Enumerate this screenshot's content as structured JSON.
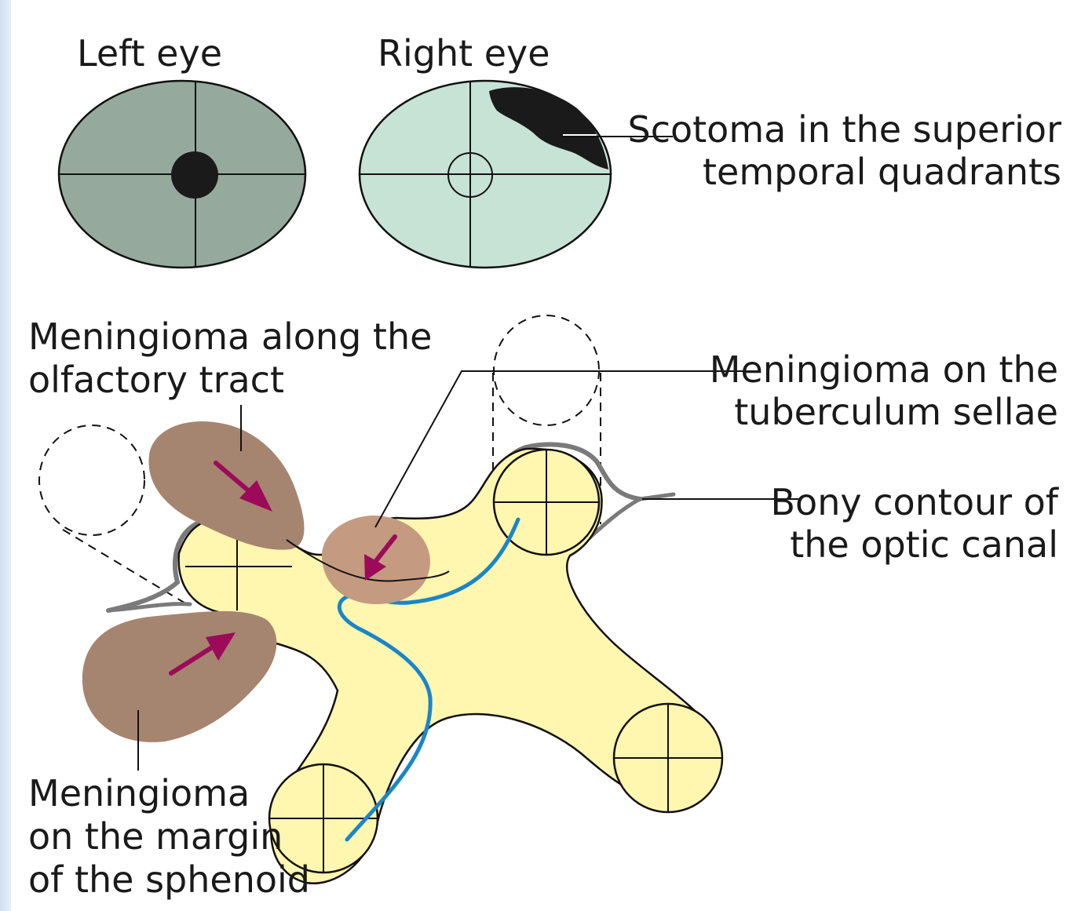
{
  "labels": {
    "left_eye": "Left eye",
    "right_eye": "Right eye",
    "scotoma_line1": "Scotoma in the superior",
    "scotoma_line2": "temporal quadrants",
    "olfactory_line1": "Meningioma along the",
    "olfactory_line2": "olfactory tract",
    "tuberculum_line1": "Meningioma on the",
    "tuberculum_line2": "tuberculum sellae",
    "bony_line1": "Bony contour of",
    "bony_line2": "the optic canal",
    "sphenoid_line1": "Meningioma",
    "sphenoid_line2": "on the margin",
    "sphenoid_line3": "of the sphenoid"
  },
  "colors": {
    "left_eye_field": "#95aa9c",
    "right_eye_field": "#c6e3d6",
    "scotoma": "#1a1a1a",
    "chiasm": "#fff6b0",
    "meningioma": "#a68570",
    "meningioma_overlap": "#c49a80",
    "arrow": "#9c0a5a",
    "nerve_line": "#1a86c8",
    "bone": "#7a7a7a",
    "bone_light": "#bbbbbb",
    "outline": "#111111",
    "left_border": "#d6e6f5"
  }
}
